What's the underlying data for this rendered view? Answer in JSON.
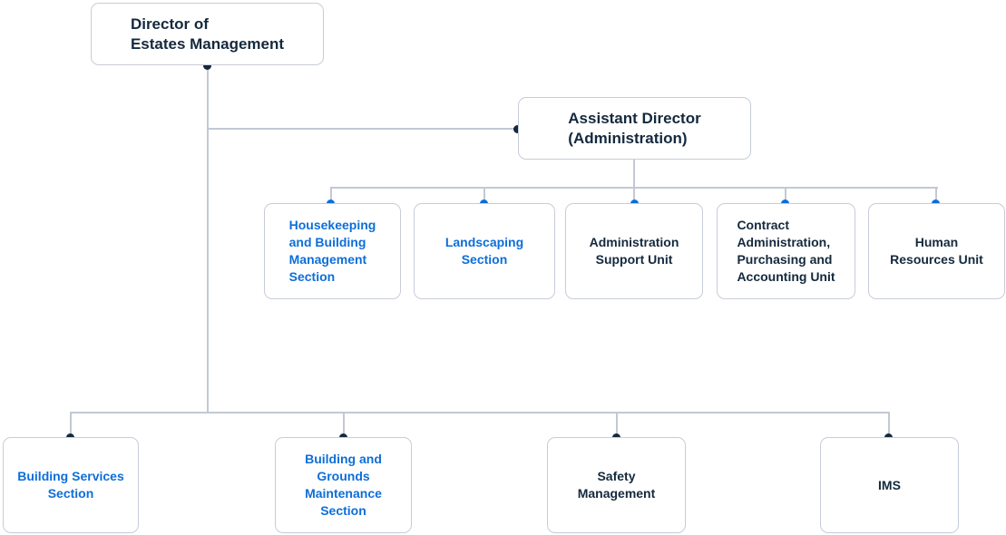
{
  "diagram": {
    "type": "org-chart",
    "colors": {
      "accent_blue": "#0d6ed9",
      "dark_navy": "#14293d",
      "line_gray": "#c3c8d4",
      "box_border": "#c7ccd9",
      "background": "#ffffff"
    },
    "nodes": {
      "director": {
        "label": "Director of\nEstates Management",
        "text_color": "navy"
      },
      "assistant_director": {
        "label": "Assistant Director\n(Administration)",
        "text_color": "navy"
      },
      "housekeeping": {
        "label": "Housekeeping\nand Building\nManagement\nSection",
        "text_color": "blue"
      },
      "landscaping": {
        "label": "Landscaping\nSection",
        "text_color": "blue"
      },
      "admin_support": {
        "label": "Administration\nSupport Unit",
        "text_color": "navy"
      },
      "contract": {
        "label": "Contract\nAdministration,\nPurchasing and\nAccounting Unit",
        "text_color": "navy"
      },
      "human_resources": {
        "label": "Human\nResources Unit",
        "text_color": "navy"
      },
      "building_services": {
        "label": "Building Services\nSection",
        "text_color": "blue"
      },
      "grounds_maintenance": {
        "label": "Building and\nGrounds\nMaintenance\nSection",
        "text_color": "blue"
      },
      "safety": {
        "label": "Safety\nManagement",
        "text_color": "navy"
      },
      "ims": {
        "label": "IMS",
        "text_color": "navy"
      }
    },
    "edges": [
      {
        "from": "director",
        "to": "assistant_director"
      },
      {
        "from": "assistant_director",
        "to": "housekeeping"
      },
      {
        "from": "assistant_director",
        "to": "landscaping"
      },
      {
        "from": "assistant_director",
        "to": "admin_support"
      },
      {
        "from": "assistant_director",
        "to": "contract"
      },
      {
        "from": "assistant_director",
        "to": "human_resources"
      },
      {
        "from": "director",
        "to": "building_services"
      },
      {
        "from": "director",
        "to": "grounds_maintenance"
      },
      {
        "from": "director",
        "to": "safety"
      },
      {
        "from": "director",
        "to": "ims"
      }
    ]
  }
}
